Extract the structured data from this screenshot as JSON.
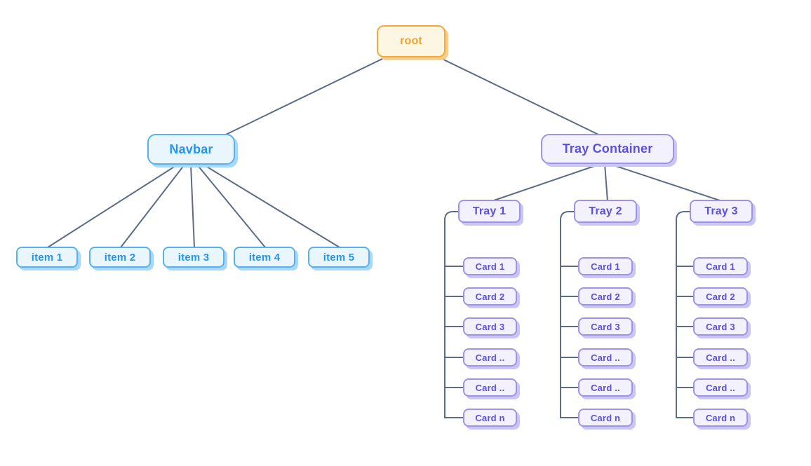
{
  "diagram": {
    "root": {
      "label": "root"
    },
    "navbar": {
      "label": "Navbar",
      "items": [
        {
          "label": "item 1"
        },
        {
          "label": "item 2"
        },
        {
          "label": "item 3"
        },
        {
          "label": "item 4"
        },
        {
          "label": "item 5"
        }
      ]
    },
    "tray_container": {
      "label": "Tray Container"
    },
    "trays": [
      {
        "label": "Tray 1",
        "cards": [
          {
            "label": "Card 1"
          },
          {
            "label": "Card 2"
          },
          {
            "label": "Card 3"
          },
          {
            "label": "Card .."
          },
          {
            "label": "Card .."
          },
          {
            "label": "Card n"
          }
        ]
      },
      {
        "label": "Tray 2",
        "cards": [
          {
            "label": "Card 1"
          },
          {
            "label": "Card 2"
          },
          {
            "label": "Card 3"
          },
          {
            "label": "Card .."
          },
          {
            "label": "Card .."
          },
          {
            "label": "Card n"
          }
        ]
      },
      {
        "label": "Tray 3",
        "cards": [
          {
            "label": "Card 1"
          },
          {
            "label": "Card 2"
          },
          {
            "label": "Card 3"
          },
          {
            "label": "Card .."
          },
          {
            "label": "Card .."
          },
          {
            "label": "Card n"
          }
        ]
      }
    ]
  },
  "colors": {
    "connector": "#5c6b87",
    "root_accent": "#f5a224",
    "root_background": "#fdf6e2",
    "root_border": "#f4a93c",
    "root_shadow": "#f9ce8d",
    "blue_accent": "#2196f3",
    "blue_background": "#eaf6fe",
    "blue_border": "#58b0f0",
    "blue_shadow": "#a6d9f8",
    "purple_accent": "#5b4fde",
    "purple_background": "#f3f1fe",
    "purple_border": "#9d93e9",
    "purple_shadow": "#cbc5f4"
  }
}
